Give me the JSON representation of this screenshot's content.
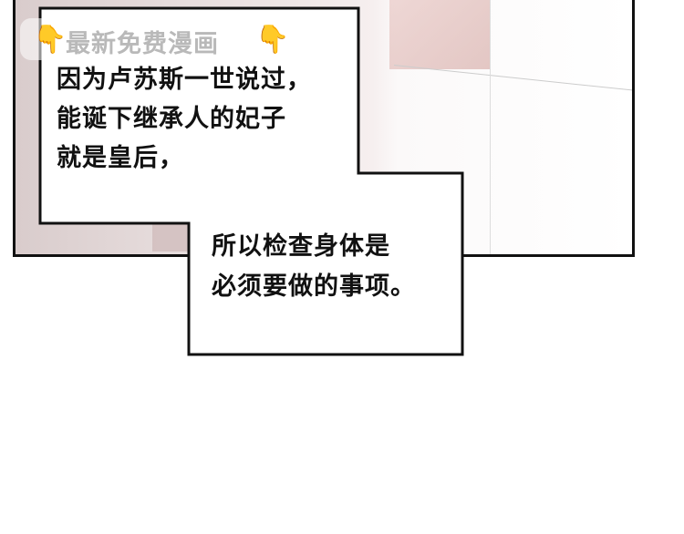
{
  "bubble1": {
    "lines": [
      "因为卢苏斯一世说过，",
      "能诞下继承人的妃子",
      "就是皇后，"
    ]
  },
  "bubble2": {
    "lines": [
      "所以检查身体是",
      "必须要做的事项。"
    ]
  },
  "watermark": {
    "text": "最新免费漫画",
    "icon": "pointing-down-hand-icon"
  }
}
